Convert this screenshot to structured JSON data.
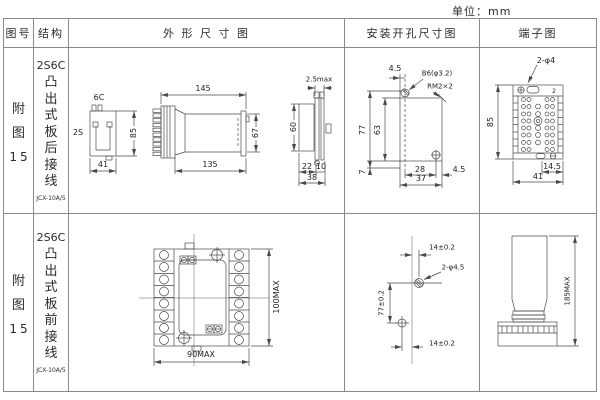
{
  "unit": "单位：mm",
  "header": {
    "fig_no": "图号",
    "structure": "结构",
    "outline": "外 形 尺 寸 图",
    "mounting": "安装开孔尺寸图",
    "terminal": "端子图"
  },
  "rows": [
    {
      "fig": "附图",
      "fig_num": "15",
      "model": "2S6C",
      "desc": "凸出式板后接线",
      "note": "JCX-10A/5",
      "outline": {
        "side_top": "6C",
        "side_left": "2S",
        "side_h": "85",
        "side_w": "41",
        "main_top": "145",
        "main_h": "67",
        "main_bottom": "135",
        "panel_top": "2.5max",
        "panel_h": "60",
        "panel_b1": "22",
        "panel_b2": "10",
        "panel_b3": "38"
      },
      "mounting": {
        "top": "4.5",
        "hole": "B6(φ3.2)",
        "thread": "RM2×2",
        "h1": "77",
        "h2": "63",
        "h3": "7",
        "b1": "28",
        "b2": "37",
        "right": "4.5"
      },
      "terminal": {
        "holes": "2-φ4",
        "pin": "2",
        "h": "85",
        "b1": "14.5",
        "b2": "41"
      }
    },
    {
      "fig": "附图",
      "fig_num": "15",
      "model": "2S6C",
      "desc": "凸出式板前接线",
      "note": "JCX-10A/5",
      "outline": {
        "h": "100MAX",
        "w": "90MAX"
      },
      "mounting": {
        "top": "14±0.2",
        "hole": "2-φ4.5",
        "h": "77±0.2",
        "bottom": "14±0.2"
      },
      "terminal": {
        "h": "185MAX"
      }
    }
  ]
}
